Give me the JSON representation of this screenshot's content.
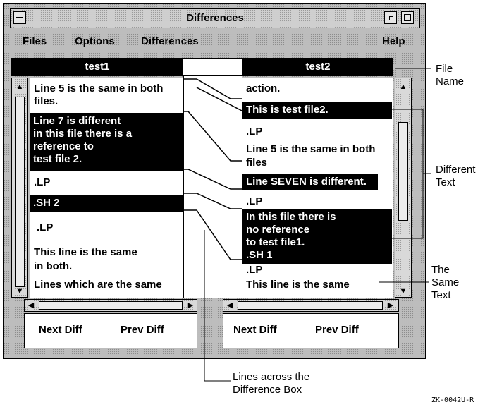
{
  "window": {
    "title": "Differences"
  },
  "menubar": {
    "files": "Files",
    "options": "Options",
    "differences": "Differences",
    "help": "Help"
  },
  "left": {
    "header": "test1",
    "lines": {
      "l1": "Line 5 is the same in both",
      "l2": "files.",
      "h1": [
        "Line 7 is different",
        "in this file there is a",
        "reference to",
        "test file 2."
      ],
      "l3": ".LP",
      "h2": ".SH 2",
      "l4": ".LP",
      "l5": "This line is the same",
      "l6": "in both.",
      "l7": "Lines which are the same"
    },
    "buttons": {
      "next": "Next Diff",
      "prev": "Prev Diff"
    }
  },
  "right": {
    "header": "test2",
    "lines": {
      "l1": "action.",
      "h1": "This is test file2.",
      "l2": ".LP",
      "l3": "Line 5 is the same in both",
      "l4": "files",
      "h2": "Line SEVEN is different.",
      "l5": ".LP",
      "h3": [
        "In this file there is",
        "no reference",
        "to test file1.",
        ".SH 1"
      ],
      "l6": ".LP",
      "l7": "This line is the same"
    },
    "buttons": {
      "next": "Next Diff",
      "prev": "Prev Diff"
    }
  },
  "callouts": {
    "file_name": [
      "File",
      "Name"
    ],
    "different_text": [
      "Different",
      "Text"
    ],
    "same_text": [
      "The",
      "Same",
      "Text"
    ],
    "lines_across": [
      "Lines across the",
      "Difference Box"
    ],
    "figure_id": "ZK-0042U-R"
  }
}
